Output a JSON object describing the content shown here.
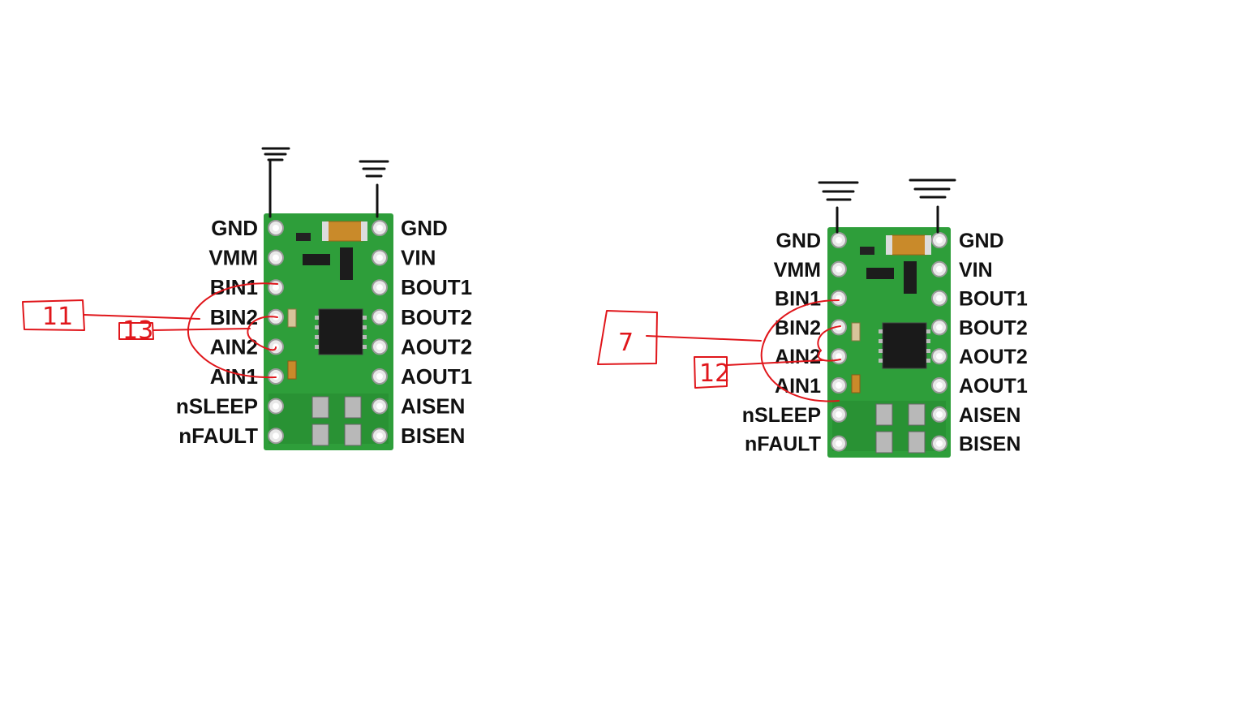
{
  "colors": {
    "board": "#2e9e3a",
    "board_dark": "#1f7a2c",
    "pad": "#e8e8e8",
    "annotation": "#e0161b",
    "ground_symbol": "#111111"
  },
  "boards": [
    {
      "left_pins": [
        "GND",
        "VMM",
        "BIN1",
        "BIN2",
        "AIN2",
        "AIN1",
        "nSLEEP",
        "nFAULT"
      ],
      "right_pins": [
        "GND",
        "VIN",
        "BOUT1",
        "BOUT2",
        "AOUT2",
        "AOUT1",
        "AISEN",
        "BISEN"
      ],
      "annotations": [
        {
          "label": "11",
          "connects": [
            "BIN1",
            "AIN1"
          ]
        },
        {
          "label": "13",
          "connects": [
            "BIN2",
            "AIN2"
          ]
        }
      ],
      "ground_symbols": [
        "GND-left",
        "GND-right"
      ]
    },
    {
      "left_pins": [
        "GND",
        "VMM",
        "BIN1",
        "BIN2",
        "AIN2",
        "AIN1",
        "nSLEEP",
        "nFAULT"
      ],
      "right_pins": [
        "GND",
        "VIN",
        "BOUT1",
        "BOUT2",
        "AOUT2",
        "AOUT1",
        "AISEN",
        "BISEN"
      ],
      "annotations": [
        {
          "label": "7",
          "connects": [
            "BIN1",
            "AIN1"
          ]
        },
        {
          "label": "12",
          "connects": [
            "BIN2",
            "AIN2"
          ]
        }
      ],
      "ground_symbols": [
        "GND-left",
        "GND-right"
      ]
    }
  ]
}
